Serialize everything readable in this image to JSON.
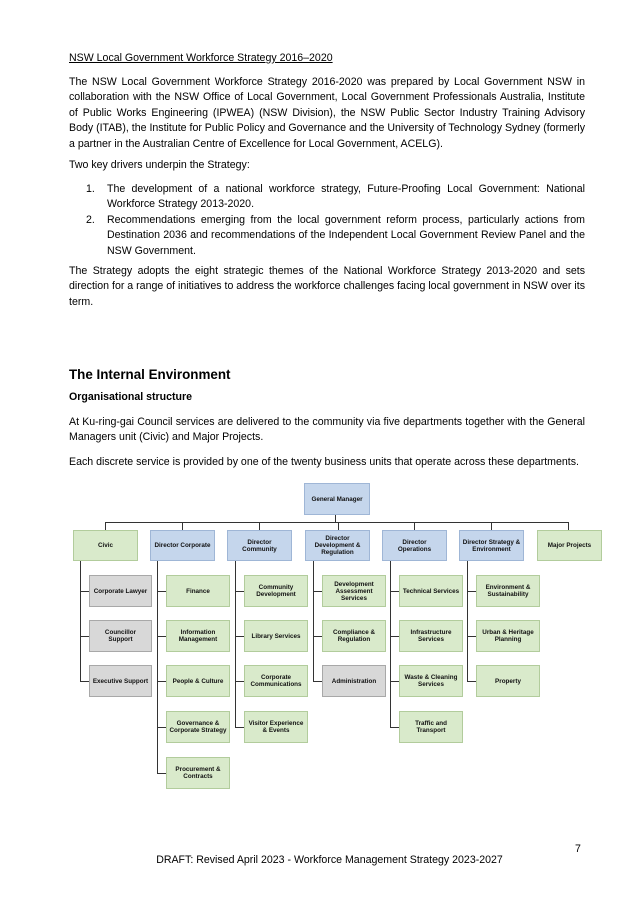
{
  "strategy": {
    "heading": "NSW Local Government Workforce Strategy 2016–2020",
    "para1": "The NSW Local Government Workforce Strategy 2016-2020 was prepared by Local Government NSW in collaboration with the NSW Office of Local Government, Local Government Professionals Australia, Institute of Public Works Engineering (IPWEA) (NSW Division), the NSW Public Sector Industry Training Advisory Body (ITAB), the Institute for Public Policy and Governance and the University of Technology Sydney (formerly a partner in the Australian Centre of Excellence for Local Government, ACELG).",
    "para2": "Two key drivers underpin the Strategy:",
    "drivers": [
      {
        "num": "1.",
        "text": "The development of a national workforce strategy, Future-Proofing Local Government: National Workforce Strategy 2013-2020."
      },
      {
        "num": "2.",
        "text": "Recommendations emerging from the local government reform process, particularly actions from Destination 2036 and recommendations of the Independent Local Government Review Panel and the NSW Government."
      }
    ],
    "para3": "The Strategy adopts the eight strategic themes of the National Workforce Strategy 2013-2020 and sets direction for a range of initiatives to address the workforce challenges facing local government in NSW over its term."
  },
  "internal": {
    "heading": "The Internal Environment",
    "subheading": "Organisational structure",
    "para1": "At Ku-ring-gai Council services are delivered to the community via five departments together with the General Managers unit (Civic) and Major Projects.",
    "para2": "Each discrete service is provided by one of the twenty business units that operate across these departments."
  },
  "org": {
    "top": "General Manager",
    "departments": [
      {
        "label": "Civic",
        "units": [
          "Corporate Lawyer",
          "Councillor Support",
          "Executive Support"
        ]
      },
      {
        "label": "Director Corporate",
        "units": [
          "Finance",
          "Information Management",
          "People & Culture",
          "Governance & Corporate Strategy",
          "Procurement & Contracts"
        ]
      },
      {
        "label": "Director Community",
        "units": [
          "Community Development",
          "Library Services",
          "Corporate Communications",
          "Visitor Experience & Events"
        ]
      },
      {
        "label": "Director Development & Regulation",
        "units": [
          "Development Assessment Services",
          "Compliance & Regulation",
          "Administration"
        ]
      },
      {
        "label": "Director Operations",
        "units": [
          "Technical Services",
          "Infrastructure Services",
          "Waste & Cleaning Services",
          "Traffic and Transport"
        ]
      },
      {
        "label": "Director Strategy & Environment",
        "units": [
          "Environment & Sustainability",
          "Urban & Heritage Planning",
          "Property"
        ]
      },
      {
        "label": "Major Projects",
        "units": []
      }
    ]
  },
  "colors": {
    "director": "#c5d6ec",
    "unit": "#d9eacb",
    "support": "#d8d8d8"
  },
  "page": {
    "number": "7",
    "footer": "DRAFT: Revised April 2023 - Workforce Management Strategy 2023-2027"
  }
}
